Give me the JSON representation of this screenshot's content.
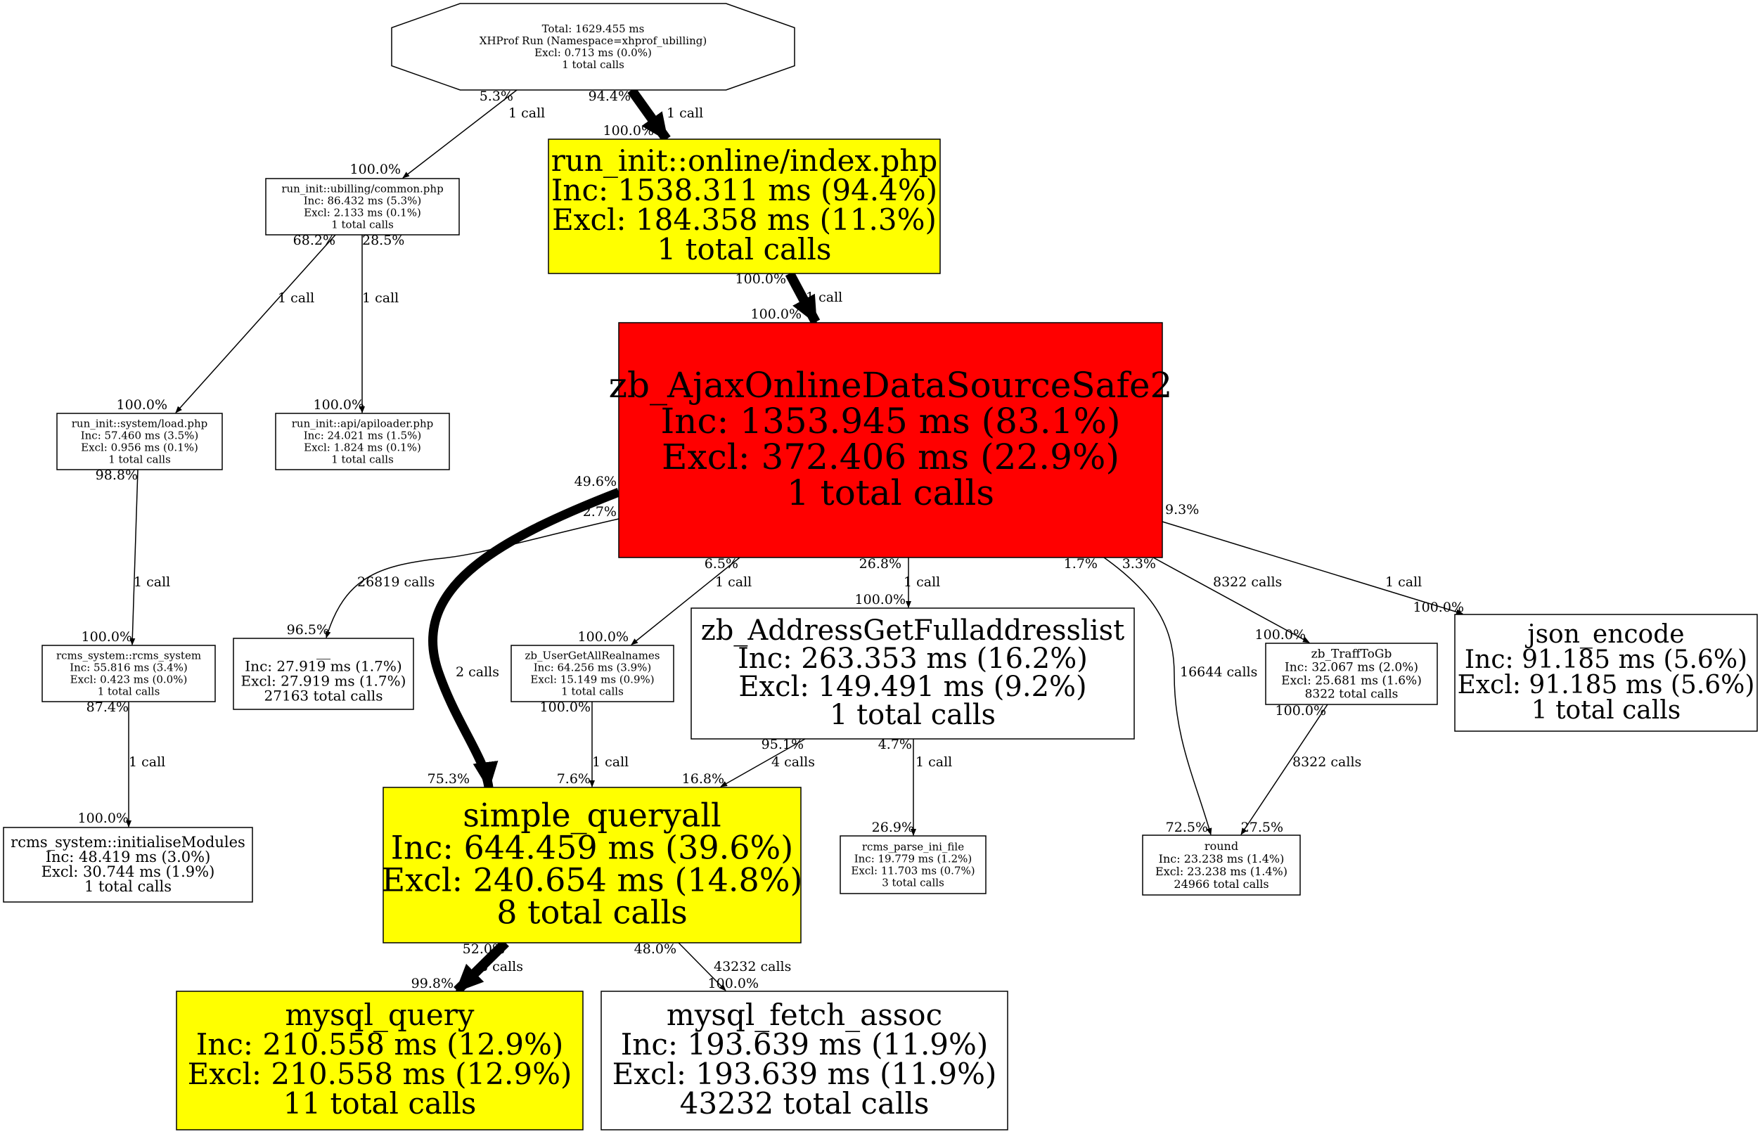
{
  "nodes": {
    "root": [
      "Total: 1629.455 ms",
      "XHProf Run (Namespace=xhprof_ubilling)",
      "Excl: 0.713 ms (0.0%)",
      "1 total calls"
    ],
    "online_index": [
      "run_init::online/index.php",
      "Inc: 1538.311 ms (94.4%)",
      "Excl: 184.358 ms (11.3%)",
      "1 total calls"
    ],
    "common": [
      "run_init::ubilling/common.php",
      "Inc: 86.432 ms (5.3%)",
      "Excl: 2.133 ms (0.1%)",
      "1 total calls"
    ],
    "ajax": [
      "zb_AjaxOnlineDataSourceSafe2",
      "Inc: 1353.945 ms (83.1%)",
      "Excl: 372.406 ms (22.9%)",
      "1 total calls"
    ],
    "load": [
      "run_init::system/load.php",
      "Inc: 57.460 ms (3.5%)",
      "Excl: 0.956 ms (0.1%)",
      "1 total calls"
    ],
    "apiloader": [
      "run_init::api/apiloader.php",
      "Inc: 24.021 ms (1.5%)",
      "Excl: 1.824 ms (0.1%)",
      "1 total calls"
    ],
    "rcms_system": [
      "rcms_system::rcms_system",
      "Inc: 55.816 ms (3.4%)",
      "Excl: 0.423 ms (0.0%)",
      "1 total calls"
    ],
    "unnamed": [
      "__",
      "Inc: 27.919 ms (1.7%)",
      "Excl: 27.919 ms (1.7%)",
      "27163 total calls"
    ],
    "realnames": [
      "zb_UserGetAllRealnames",
      "Inc: 64.256 ms (3.9%)",
      "Excl: 15.149 ms (0.9%)",
      "1 total calls"
    ],
    "fulladdr": [
      "zb_AddressGetFulladdresslist",
      "Inc: 263.353 ms (16.2%)",
      "Excl: 149.491 ms (9.2%)",
      "1 total calls"
    ],
    "traff": [
      "zb_TraffToGb",
      "Inc: 32.067 ms (2.0%)",
      "Excl: 25.681 ms (1.6%)",
      "8322 total calls"
    ],
    "json": [
      "json_encode",
      "Inc: 91.185 ms (5.6%)",
      "Excl: 91.185 ms (5.6%)",
      "1 total calls"
    ],
    "initmods": [
      "rcms_system::initialiseModules",
      "Inc: 48.419 ms (3.0%)",
      "Excl: 30.744 ms (1.9%)",
      "1 total calls"
    ],
    "queryall": [
      "simple_queryall",
      "Inc: 644.459 ms (39.6%)",
      "Excl: 240.654 ms (14.8%)",
      "8 total calls"
    ],
    "ini": [
      "rcms_parse_ini_file",
      "Inc: 19.779 ms (1.2%)",
      "Excl: 11.703 ms (0.7%)",
      "3 total calls"
    ],
    "round": [
      "round",
      "Inc: 23.238 ms (1.4%)",
      "Excl: 23.238 ms (1.4%)",
      "24966 total calls"
    ],
    "mysql_query": [
      "mysql_query",
      "Inc: 210.558 ms (12.9%)",
      "Excl: 210.558 ms (12.9%)",
      "11 total calls"
    ],
    "fetch": [
      "mysql_fetch_assoc",
      "Inc: 193.639 ms (11.9%)",
      "Excl: 193.639 ms (11.9%)",
      "43232 total calls"
    ]
  },
  "edges": {
    "root_common": [
      "5.3%",
      "1 call",
      "100.0%"
    ],
    "root_online": [
      "94.4%",
      "1 call",
      "100.0%"
    ],
    "online_ajax": [
      "100.0%",
      "1 call",
      "100.0%"
    ],
    "common_load": [
      "68.2%",
      "1 call",
      "100.0%"
    ],
    "common_api": [
      "28.5%",
      "1 call",
      "100.0%"
    ],
    "load_rcms": [
      "98.8%",
      "1 call",
      "100.0%"
    ],
    "rcms_init": [
      "87.4%",
      "1 call",
      "100.0%"
    ],
    "ajax_query": [
      "49.6%",
      "2 calls",
      "75.3%"
    ],
    "ajax_unnamed": [
      "2.7%",
      "26819 calls",
      "96.5%"
    ],
    "ajax_realnames": [
      "6.5%",
      "1 call",
      "100.0%"
    ],
    "ajax_fulladdr": [
      "26.8%",
      "1 call",
      "100.0%"
    ],
    "ajax_round": [
      "1.7%",
      "16644 calls",
      "72.5%"
    ],
    "ajax_traff": [
      "3.3%",
      "8322 calls",
      "100.0%"
    ],
    "ajax_json": [
      "9.3%",
      "1 call",
      "100.0%"
    ],
    "realnames_query": [
      "100.0%",
      "1 call",
      "7.6%"
    ],
    "fulladdr_query": [
      "95.1%",
      "4 calls",
      "16.8%"
    ],
    "fulladdr_ini": [
      "4.7%",
      "1 call",
      "26.9%"
    ],
    "traff_round": [
      "100.0%",
      "8322 calls",
      "27.5%"
    ],
    "query_mysql": [
      "52.0%",
      "8 calls",
      "99.8%"
    ],
    "query_fetch": [
      "48.0%",
      "43232 calls",
      "100.0%"
    ]
  },
  "colors": {
    "hot": "#ff0000",
    "warm": "#ffff00",
    "normal": "#ffffff",
    "line": "#000000"
  }
}
